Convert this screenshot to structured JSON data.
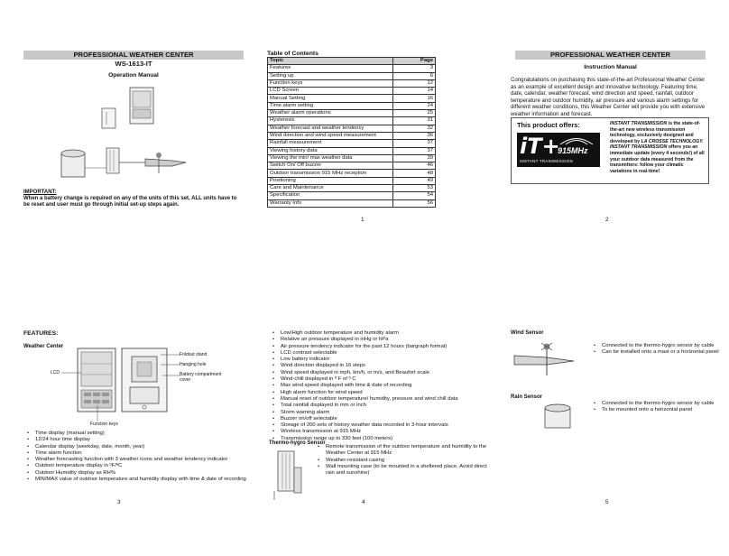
{
  "cover": {
    "title": "PROFESSIONAL WEATHER CENTER",
    "model": "WS-1613-IT",
    "subtitle": "Operation Manual",
    "important_heading": "IMPORTANT:",
    "important_text": "When a battery change is required on any of the units of this set, ALL units have to be reset and user must go through initial set-up steps again."
  },
  "toc": {
    "title": "Table of Contents",
    "col_topic": "Topic",
    "col_page": "Page",
    "rows": [
      {
        "topic": "Features",
        "page": "3"
      },
      {
        "topic": "Setting up",
        "page": "6"
      },
      {
        "topic": "Function keys",
        "page": "12"
      },
      {
        "topic": "LCD Screen",
        "page": "14"
      },
      {
        "topic": "Manual Setting",
        "page": "16"
      },
      {
        "topic": "Time alarm setting",
        "page": "24"
      },
      {
        "topic": "Weather alarm operations",
        "page": "25"
      },
      {
        "topic": "Hysteresis",
        "page": "31"
      },
      {
        "topic": "Weather forecast and weather tendency",
        "page": "32"
      },
      {
        "topic": "Wind direction and wind speed measurement",
        "page": "36"
      },
      {
        "topic": "Rainfall measurement",
        "page": "37"
      },
      {
        "topic": "Viewing history data",
        "page": "37"
      },
      {
        "topic": "Viewing the min/ max weather data",
        "page": "39"
      },
      {
        "topic": "Switch On/ Off buzzer",
        "page": "46"
      },
      {
        "topic": "Outdoor transmission 915 MHz reception",
        "page": "48"
      },
      {
        "topic": "Positioning",
        "page": "49"
      },
      {
        "topic": "Care and Maintenance",
        "page": "53"
      },
      {
        "topic": "Specification",
        "page": "54"
      },
      {
        "topic": "Warranty Info",
        "page": "56"
      }
    ],
    "page_number": "1"
  },
  "intro": {
    "title": "PROFESSIONAL WEATHER CENTER",
    "subtitle": "Instruction Manual",
    "body": "Congratulations on purchasing this state-of-the-art Professional Weather Center as an example of excellent design and innovative technology. Featuring time, date, calendar, weather forecast, wind direction and speed, rainfall, outdoor temperature and outdoor humidity, air pressure and various alarm settings for different weather conditions, this Weather Center will provide you with extensive weather information and forecast.",
    "offers_label": "This product offers:",
    "logo_main": "iT+",
    "logo_freq": "915MHz",
    "logo_caption": "INSTANT TRANSMISSION",
    "offers_lead": "INSTANT TRANSMISSION",
    "offers_text1": " is the state-of-the-art new wireless transmission technology, exclusively designed and developed by ",
    "offers_brand": "LA CROSSE TECHNOLOGY. INSTANT TRANSMISSION",
    "offers_text2": " offers you an immediate update (every 4 seconds!) of all your outdoor data measured from the transmitters: follow your climatic variations in real-time!",
    "page_number": "2"
  },
  "features": {
    "heading": "FEATURES:",
    "subheading": "Weather Center",
    "labels": {
      "foldout": "Foldout stand",
      "hanging": "Hanging hole",
      "battery": "Battery compartment cover",
      "lcd": "LCD",
      "keys": "Function keys"
    },
    "bullets": [
      "Time display (manual setting)",
      "12/24 hour time display",
      "Calendar display (weekday, date, month, year)",
      "Time alarm function",
      "Weather forecasting function with 3 weather icons and weather tendency indicator",
      "Outdoor temperature display in ºF/ºC",
      "Outdoor Humidity display as RH%",
      "MIN/MAX value of outdoor temperature and humidity display with time & date of recording"
    ],
    "page_number": "3"
  },
  "features2": {
    "bullets": [
      "Low/High outdoor temperature and humidity alarm",
      "Relative air pressure displayed in inHg or hPa",
      "Air pressure tendency indicator for the past 12 hours (bargraph format)",
      "LCD contrast selectable",
      "Low battery indicator",
      "Wind direction displayed in 16 steps",
      "Wind speed displayed in mph, km/h, or m/s, and Beaufort scale",
      "Wind-chill displayed in º F of º C",
      "Max wind speed displayed with time & date of recording",
      "High alarm function for wind speed",
      "Manual reset of outdoor temperature/ humidity, pressure and wind chill data",
      "Total rainfall displayed in mm or inch",
      "Storm warning alarm",
      "Buzzer on/off selectable",
      "Storage of 200 sets of history weather data recorded in 3-hour intervals",
      "Wireless transmission at 915 MHz",
      "Transmission range up to 330 feet (100 meters)"
    ],
    "thermo_heading": "Thermo-hygro Sensor",
    "thermo_bullets": [
      "Remote transmission of the outdoor temperature and humidity to the Weather Center at 915 MHz",
      "Weather-resistant casing",
      "Wall mounting case (to be mounted in a sheltered place. Avoid direct rain and sunshine)"
    ],
    "page_number": "4"
  },
  "sensors": {
    "wind_heading": "Wind Sensor",
    "wind_bullets": [
      "Connected to the thermo-hygro sensor by cable",
      "Can be installed onto a mast or a horizontal panel"
    ],
    "rain_heading": "Rain Sensor",
    "rain_bullets": [
      "Connected to the thermo-hygro sensor by cable",
      "To be mounted onto a horizontal panel"
    ],
    "page_number": "5"
  }
}
